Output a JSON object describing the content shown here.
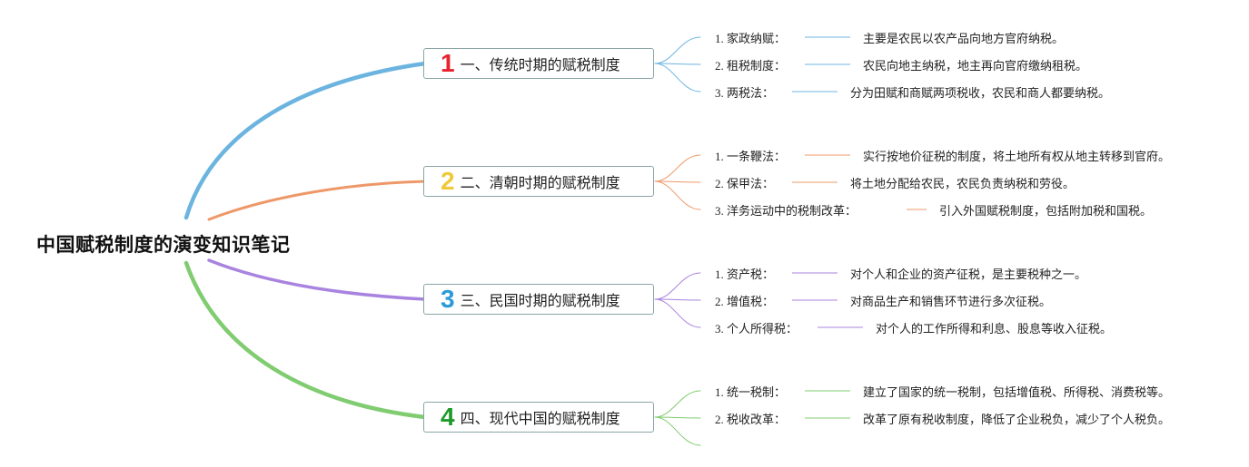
{
  "title": "中国赋税制度的演变知识笔记",
  "branches": [
    {
      "num": "1",
      "label": "一、传统时期的赋税制度",
      "color": "#6cb4e0",
      "num_color": "#e8222d",
      "items": [
        {
          "label": "1. 家政纳赋：",
          "desc": "主要是农民以农产品向地方官府纳税。"
        },
        {
          "label": "2. 租税制度：",
          "desc": "农民向地主纳税，地主再向官府缴纳租税。"
        },
        {
          "label": "3. 两税法：",
          "desc": "分为田赋和商赋两项税收，农民和商人都要纳税。"
        }
      ]
    },
    {
      "num": "2",
      "label": "二、清朝时期的赋税制度",
      "color": "#ee9868",
      "num_color": "#f0c838",
      "items": [
        {
          "label": "1. 一条鞭法：",
          "desc": "实行按地价征税的制度，将土地所有权从地主转移到官府。"
        },
        {
          "label": "2. 保甲法：",
          "desc": "将土地分配给农民，农民负责纳税和劳役。"
        },
        {
          "label": "3. 洋务运动中的税制改革：",
          "desc": "引入外国赋税制度，包括附加税和国税。"
        }
      ]
    },
    {
      "num": "3",
      "label": "三、民国时期的赋税制度",
      "color": "#a883df",
      "num_color": "#2a9ad8",
      "items": [
        {
          "label": "1. 资产税：",
          "desc": "对个人和企业的资产征税，是主要税种之一。"
        },
        {
          "label": "2. 增值税：",
          "desc": "对商品生产和销售环节进行多次征税。"
        },
        {
          "label": "3. 个人所得税：",
          "desc": "对个人的工作所得和利息、股息等收入征税。"
        }
      ]
    },
    {
      "num": "4",
      "label": "四、现代中国的赋税制度",
      "color": "#80cc70",
      "num_color": "#1e9a2a",
      "items": [
        {
          "label": "1. 统一税制：",
          "desc": "建立了国家的统一税制，包括增值税、所得税、消费税等。"
        },
        {
          "label": "2. 税收改革：",
          "desc": "改革了原有税收制度，降低了企业税负，减少了个人税负。"
        }
      ]
    }
  ]
}
